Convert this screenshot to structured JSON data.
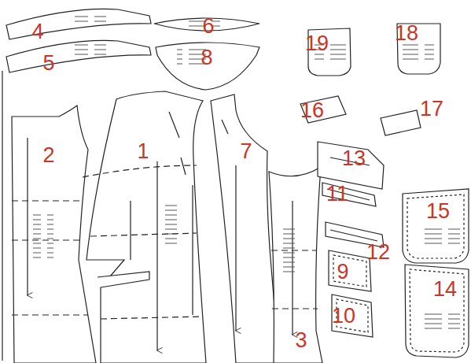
{
  "diagram": {
    "labels": [
      "4",
      "6",
      "19",
      "18",
      "5",
      "8",
      "16",
      "17",
      "2",
      "1",
      "7",
      "13",
      "11",
      "15",
      "12",
      "9",
      "14",
      "10",
      "3"
    ]
  }
}
